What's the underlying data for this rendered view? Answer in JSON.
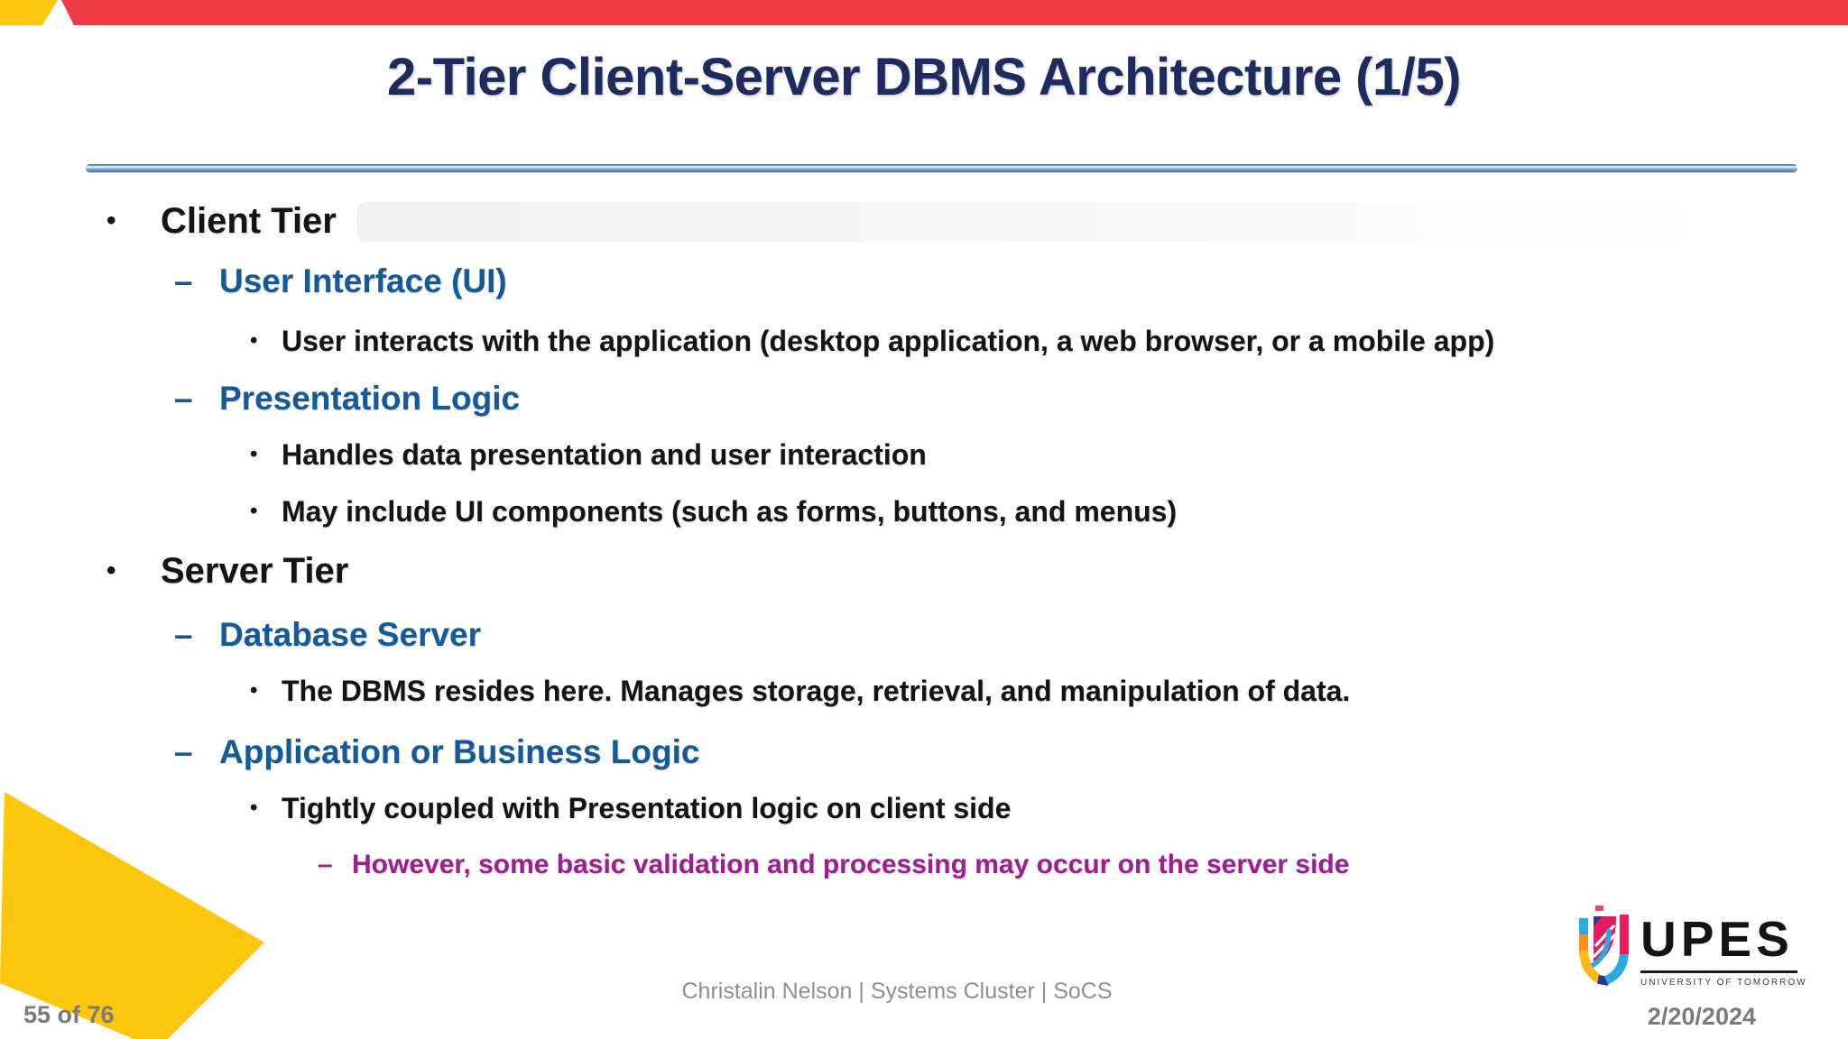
{
  "slide": {
    "title": "2-Tier Client-Server DBMS Architecture (1/5)",
    "bullets": [
      {
        "level": 1,
        "marker": "•",
        "color": "black",
        "text": "Client Tier"
      },
      {
        "level": 2,
        "marker": "–",
        "color": "blue",
        "text": "User Interface (UI)"
      },
      {
        "level": 3,
        "marker": "•",
        "color": "black",
        "text": "User interacts with the application (desktop application, a web browser, or a mobile app)"
      },
      {
        "level": 2,
        "marker": "–",
        "color": "blue",
        "text": "Presentation Logic"
      },
      {
        "level": 3,
        "marker": "•",
        "color": "black",
        "text": "Handles data presentation and user interaction"
      },
      {
        "level": 3,
        "marker": "•",
        "color": "black",
        "text": "May include UI components (such as forms, buttons, and menus)"
      },
      {
        "level": 1,
        "marker": "•",
        "color": "black",
        "text": "Server Tier"
      },
      {
        "level": 2,
        "marker": "–",
        "color": "blue",
        "text": "Database Server"
      },
      {
        "level": 3,
        "marker": "•",
        "color": "black",
        "text": "The DBMS resides here. Manages storage, retrieval, and manipulation of data."
      },
      {
        "level": 2,
        "marker": "–",
        "color": "blue",
        "text": "Application or Business Logic"
      },
      {
        "level": 3,
        "marker": "•",
        "color": "black",
        "text": "Tightly coupled with Presentation logic on client side"
      },
      {
        "level": 4,
        "marker": "–",
        "color": "purple",
        "text": "However, some basic validation and processing may occur on the server side"
      }
    ],
    "footer": {
      "page": "55 of 76",
      "credit": "Christalin Nelson | Systems Cluster | SoCS",
      "date": "2/20/2024"
    },
    "logo": {
      "name": "UPES",
      "tagline": "UNIVERSITY OF TOMORROW"
    },
    "colors": {
      "title_navy": "#1E2B5E",
      "heading_blue": "#155A98",
      "note_purple": "#A01C93",
      "body_black": "#141414",
      "banner_red": "#EE3B43",
      "accent_yellow": "#FEC60D",
      "divider_blue": "#5E8AB8",
      "footer_gray": "#8F8F8F"
    }
  }
}
